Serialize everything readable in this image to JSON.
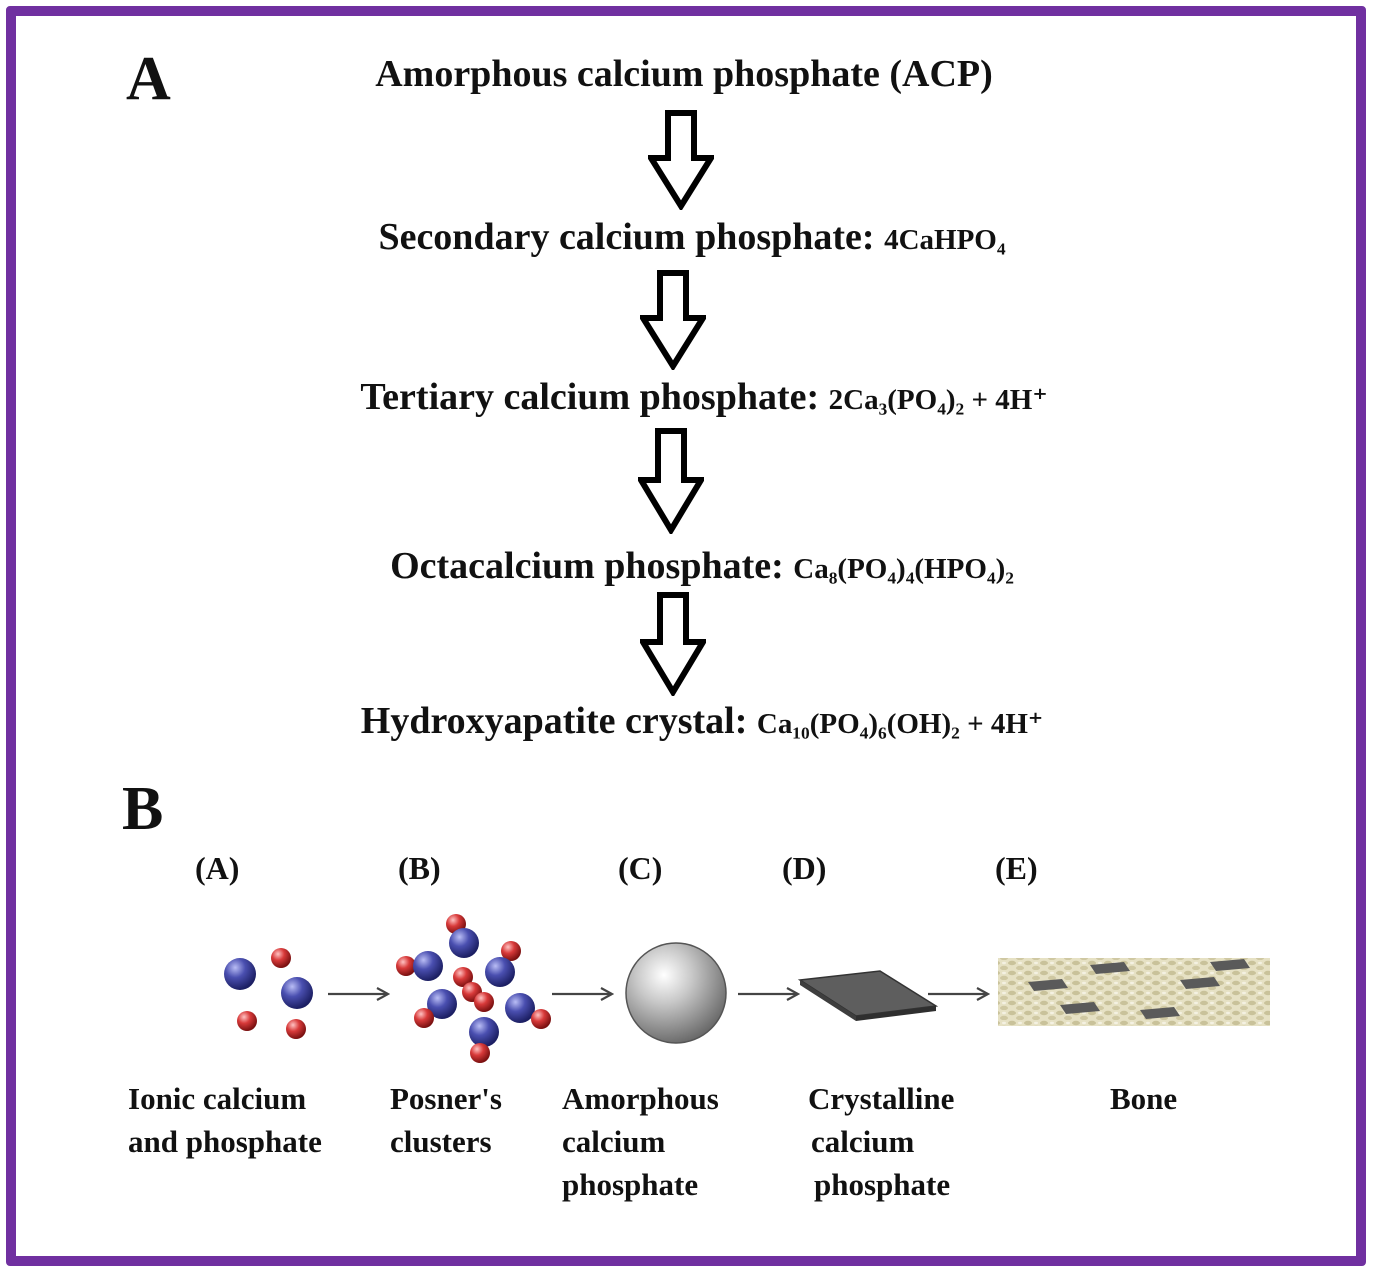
{
  "panel_a": {
    "letter": "A",
    "steps": [
      {
        "name": "Amorphous calcium phosphate (ACP)",
        "formula": ""
      },
      {
        "name": "Secondary calcium phosphate: ",
        "formula": "4CaHPO₄"
      },
      {
        "name": "Tertiary calcium phosphate: ",
        "formula": "2Ca₃(PO₄)₂ + 4H⁺"
      },
      {
        "name": "Octacalcium phosphate: ",
        "formula": "Ca₈(PO₄)₄(HPO₄)₂"
      },
      {
        "name": "Hydroxyapatite crystal: ",
        "formula": "Ca₁₀(PO₄)₆(OH)₂ + 4H⁺"
      }
    ]
  },
  "panel_b": {
    "letter": "B",
    "stages": [
      {
        "label": "(A)",
        "caption": [
          "Ionic calcium",
          "and phosphate"
        ]
      },
      {
        "label": "(B)",
        "caption": [
          "Posner's",
          "clusters"
        ]
      },
      {
        "label": "(C)",
        "caption": [
          "Amorphous",
          "calcium",
          "phosphate"
        ]
      },
      {
        "label": "(D)",
        "caption": [
          "Crystalline",
          "calcium",
          "phosphate"
        ]
      },
      {
        "label": "(E)",
        "caption": [
          "Bone"
        ]
      }
    ]
  },
  "colors": {
    "frame": "#7030a0",
    "calcium_blue": "#3a3f9e",
    "phosphate_red": "#d02c2c",
    "sphere_gray": "#9a9a9a",
    "crystal_gray": "#6d6d6d",
    "bone_tan": "#d9d3b0"
  }
}
